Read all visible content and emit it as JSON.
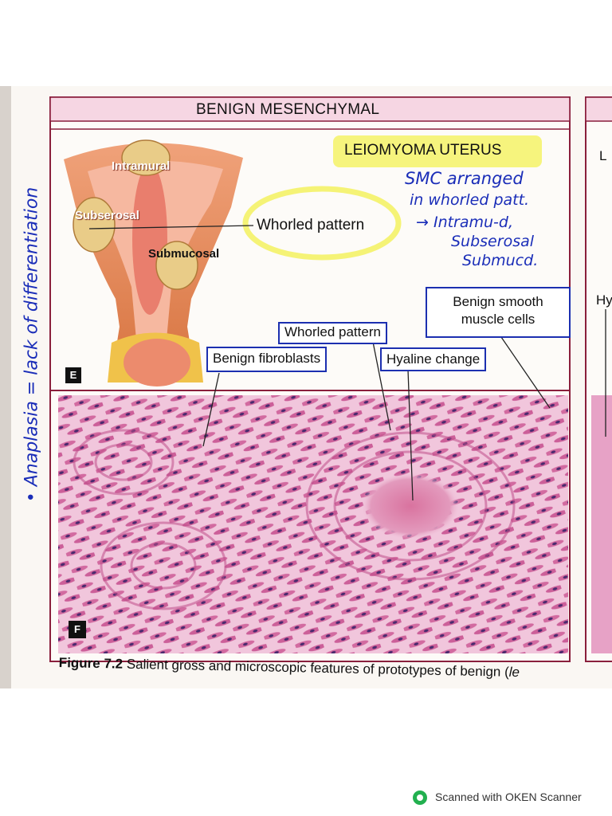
{
  "header": {
    "title": "BENIGN MESENCHYMAL"
  },
  "gross": {
    "heading": "LEIOMYOMA UTERUS",
    "panel_letter": "E",
    "sites": {
      "intramural": "Intramural",
      "subserosal": "Subserosal",
      "submucosal": "Submucosal"
    },
    "pattern_label": "Whorled pattern"
  },
  "handwritten": {
    "notes": [
      "SMC arranged",
      "in whorled patt.",
      "→ Intramu-d,",
      "Subserosal",
      "Submucd."
    ],
    "margin_note": "• Anaplasia = lack of differentiation"
  },
  "micro": {
    "panel_letter": "F",
    "labels": {
      "smooth_muscle": [
        "Benign smooth",
        "muscle cells"
      ],
      "whorled": "Whorled pattern",
      "fibroblasts": "Benign fibroblasts",
      "hyaline": "Hyaline change"
    }
  },
  "right_edge": {
    "letter_top": "L",
    "letter_mid": "Hy"
  },
  "caption": {
    "label": "Figure 7.2",
    "text": "Salient gross and microscopic features of prototypes of benign (",
    "tail": "le"
  },
  "footer": {
    "scanner": "Scanned with OKEN Scanner"
  },
  "colors": {
    "pen": "#1a2db8",
    "highlight": "#f4f267",
    "frame": "#8a1f3c",
    "tissue": "#d77fab"
  }
}
